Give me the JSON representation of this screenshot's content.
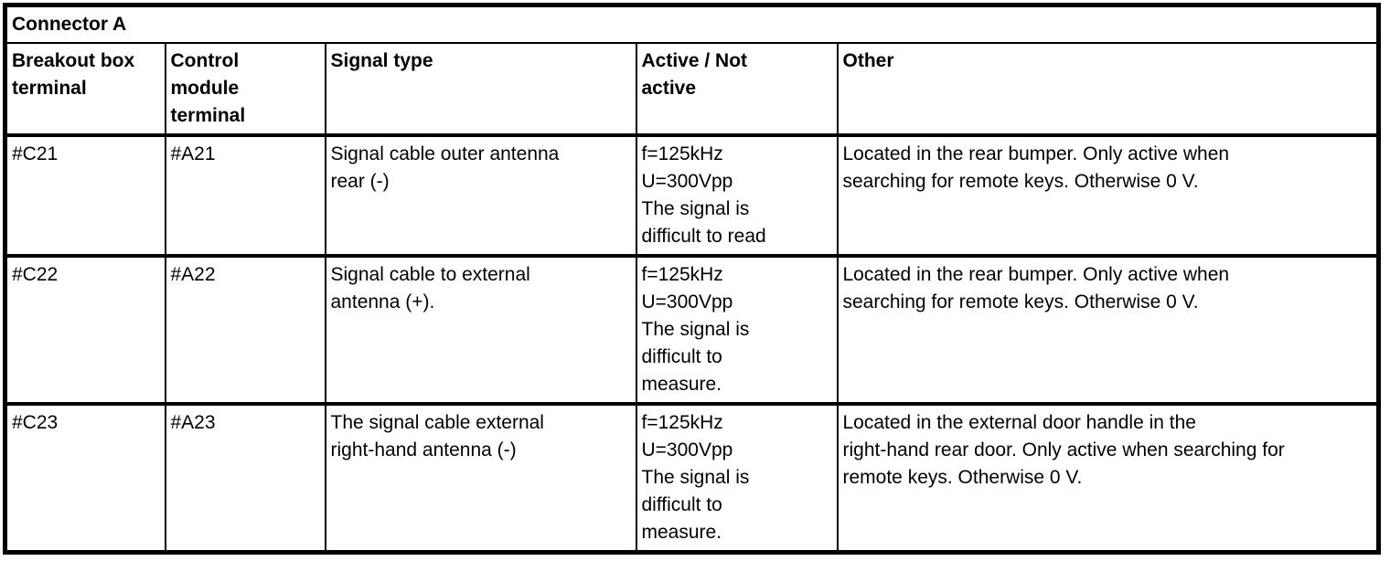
{
  "page": {
    "background_color": "#ffffff",
    "border_color": "#000000",
    "text_color": "#000000"
  },
  "table": {
    "title": "Connector A",
    "columns": [
      {
        "id": "breakout",
        "label": "Breakout box\nterminal"
      },
      {
        "id": "module",
        "label": "Control\nmodule\nterminal"
      },
      {
        "id": "signal",
        "label": "Signal type"
      },
      {
        "id": "active",
        "label": "Active / Not\nactive"
      },
      {
        "id": "other",
        "label": "Other"
      }
    ],
    "rows": [
      {
        "breakout": "#C21",
        "module": "#A21",
        "signal": "Signal cable outer antenna\nrear (-)",
        "active": "f=125kHz\nU=300Vpp\nThe signal is\ndifficult to read",
        "other": "Located in the rear bumper. Only active when\nsearching for remote keys. Otherwise 0 V."
      },
      {
        "breakout": "#C22",
        "module": "#A22",
        "signal": "Signal cable to external\nantenna (+).",
        "active": "f=125kHz\nU=300Vpp\nThe signal is\ndifficult to\nmeasure.",
        "other": "Located in the rear bumper. Only active when\nsearching for remote keys. Otherwise 0 V."
      },
      {
        "breakout": "#C23",
        "module": "#A23",
        "signal": "The signal cable external\nright-hand antenna (-)",
        "active": "f=125kHz\nU=300Vpp\nThe signal is\ndifficult to\nmeasure.",
        "other": "Located in the external door handle in the\nright-hand rear door. Only active when searching for\nremote keys. Otherwise 0 V."
      }
    ]
  }
}
